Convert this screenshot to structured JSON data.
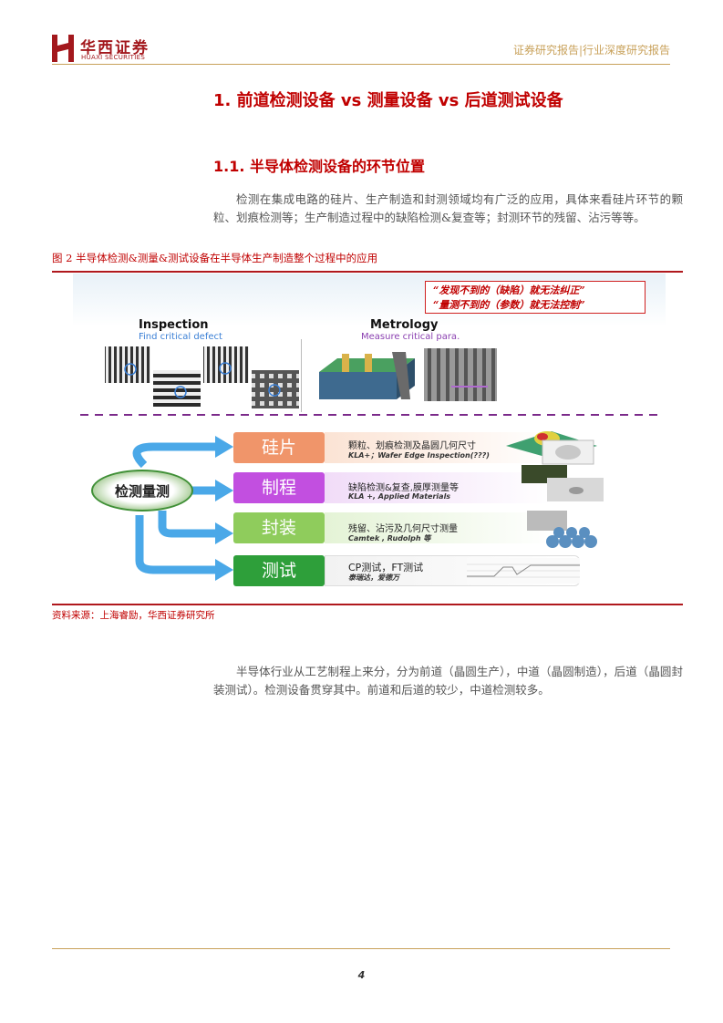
{
  "header": {
    "logo_cn": "华西证券",
    "logo_en": "HUAXI SECURITIES",
    "report_type": "证券研究报告|行业深度研究报告"
  },
  "section": {
    "h1": "1. 前道检测设备 vs  测量设备 vs 后道测试设备",
    "h2": "1.1. 半导体检测设备的环节位置",
    "para1": "检测在集成电路的硅片、生产制造和封测领域均有广泛的应用，具体来看硅片环节的颗粒、划痕检测等；生产制造过程中的缺陷检测&复查等；封测环节的残留、沾污等等。",
    "para2": "半导体行业从工艺制程上来分，分为前道（晶圆生产），中道（晶圆制造），后道（晶圆封装测试）。检测设备贯穿其中。前道和后道的较少，中道检测较多。"
  },
  "figure": {
    "caption": "图 2   半导体检测&测量&测试设备在半导体生产制造整个过程中的应用",
    "source": "资料来源：上海睿励，华西证券研究所",
    "quote_line1": "“发现不到的（缺陷）就无法纠正”",
    "quote_line2": "“量测不到的（参数）就无法控制”",
    "inspection_title": "Inspection",
    "inspection_sub": "Find critical defect",
    "metrology_title": "Metrology",
    "metrology_sub": "Measure critical para.",
    "center_label": "检测量测",
    "rows": [
      {
        "label": "硅片",
        "desc": "颗粒、划痕检测及晶圆几何尺寸",
        "sub": "KLA+；Wafer Edge Inspection(???)",
        "color": "#f0956a",
        "desc_bg": "#fbe3d4"
      },
      {
        "label": "制程",
        "desc": "缺陷检测&复查,膜厚测量等",
        "sub": "KLA +, Applied Materials",
        "color": "#c24fe0",
        "desc_bg": "#f1dcf8"
      },
      {
        "label": "封装",
        "desc": "残留、沾污及几何尺寸测量",
        "sub": "Camtek , Rudolph 等",
        "color": "#8fcc5c",
        "desc_bg": "#e4f3d6"
      },
      {
        "label": "测试",
        "desc": "CP测试，FT测试",
        "sub": "泰瑞达，爱德万",
        "color": "#2e9f3a",
        "desc_bg": "#f2f2f2"
      }
    ],
    "colors": {
      "arrow": "#4aa8e8",
      "dash": "#7b2a8a",
      "center_fill": "#3f8f36"
    }
  },
  "footer": {
    "page": "4"
  }
}
